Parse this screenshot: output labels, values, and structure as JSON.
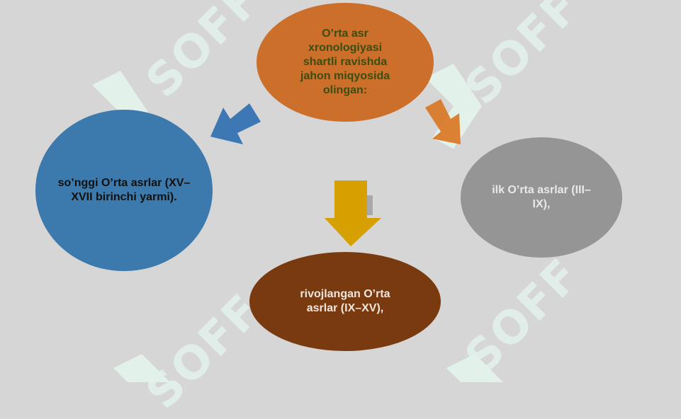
{
  "diagram": {
    "center": {
      "text": "O’rta asr xronologiyasi shartli ravishda jahon miqyosida olingan:"
    },
    "left": {
      "text": "so’nggi O’rta asrlar (XV–XVII birinchi yarmi)."
    },
    "right": {
      "text": "ilk O’rta asrlar (III–IX),"
    },
    "bottom": {
      "text": "rivojlangan O’rta asrlar (IX–XV),"
    }
  },
  "watermark": {
    "text": "SOFF"
  },
  "colors": {
    "background": "#d6d6d6",
    "center_fill": "#cb6f2b",
    "left_fill": "#3c79ad",
    "right_fill": "#959595",
    "bottom_fill": "#7a3a10",
    "arrow_left": "#3d78b5",
    "arrow_right": "#d97a2a",
    "arrow_down": "#d6a000"
  }
}
